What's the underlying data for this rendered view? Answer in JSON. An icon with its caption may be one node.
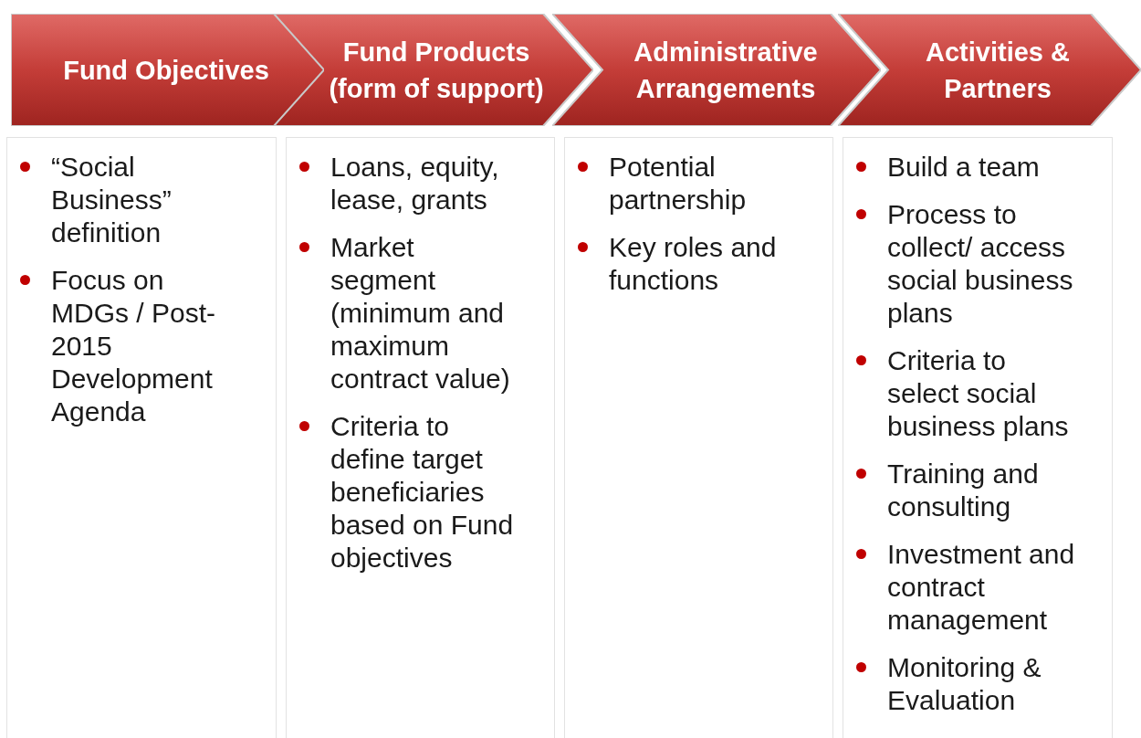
{
  "diagram": {
    "nodes": [
      {
        "text": [
          "Fund Objectives"
        ]
      },
      {
        "text": [
          "Fund Products (form of support)"
        ]
      },
      {
        "text": [
          "Administrative Arrangements"
        ]
      },
      {
        "text": [
          "Activities & Partners"
        ]
      },
      {
        "text": [
          "“Social Business” definition",
          "Focus on MDGs / Post-2015 Development Agenda"
        ]
      },
      {
        "text": [
          "Loans, equity, lease, grants",
          "Market segment (minimum and maximum contract value)",
          "Criteria to define target beneficiaries based on Fund objectives"
        ]
      },
      {
        "text": [
          "Potential partnership",
          "Key roles and functions"
        ]
      },
      {
        "text": [
          "Build a team",
          "Process to collect/ access social business plans",
          "Criteria to select social business plans",
          "Training and consulting",
          "Investment and contract management",
          "Monitoring & Evaluation"
        ]
      }
    ]
  }
}
